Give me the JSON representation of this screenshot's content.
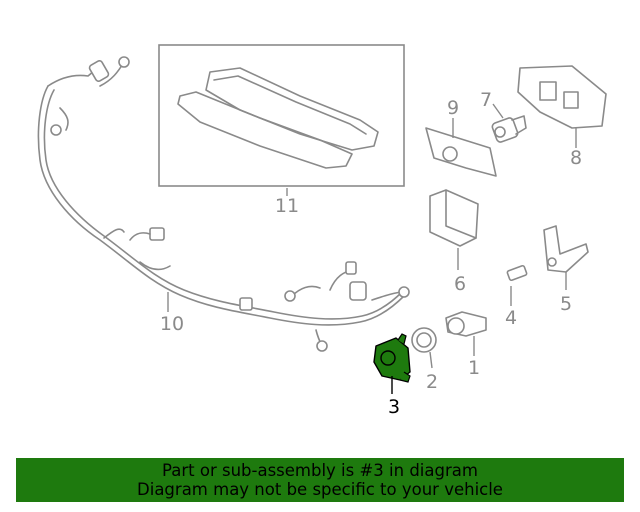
{
  "diagram": {
    "callouts": [
      "1",
      "2",
      "3",
      "4",
      "5",
      "6",
      "7",
      "8",
      "9",
      "10",
      "11"
    ],
    "highlighted_callout": "3",
    "highlight_color": "#1e7a0e",
    "line_color": "#8a8a8a"
  },
  "banner": {
    "line1": "Part or sub-assembly is #3 in diagram",
    "line2": "Diagram may not be specific to your vehicle",
    "background": "#1e7a0e"
  }
}
